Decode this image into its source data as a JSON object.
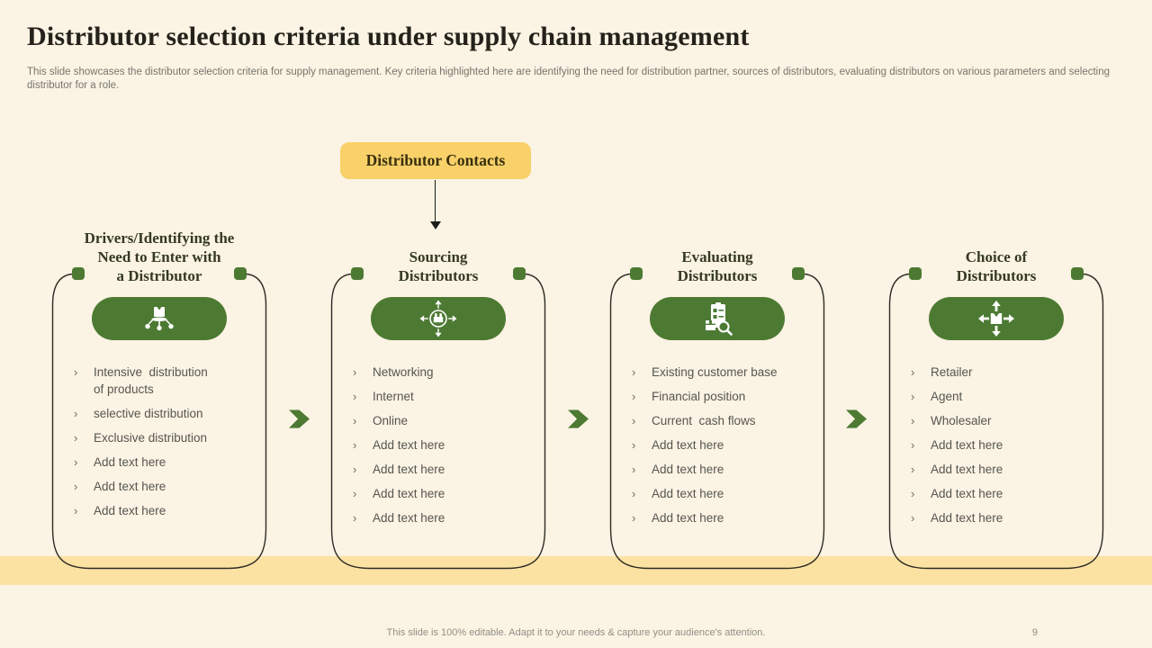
{
  "slide": {
    "title": "Distributor selection criteria under supply chain management",
    "subtitle": "This slide showcases the distributor selection criteria for supply management. Key criteria highlighted here are identifying the need for distribution partner, sources of distributors, evaluating distributors on various parameters and selecting distributor for a role.",
    "badge_label": "Distributor Contacts",
    "footer_note": "This slide is 100% editable. Adapt it to your needs & capture your audience's attention.",
    "page_number": "9"
  },
  "columns": [
    {
      "header": "Drivers/Identifying the\nNeed to Enter with\na Distributor",
      "icon": "distribution-network-icon",
      "items": [
        "Intensive  distribution\nof products",
        "selective distribution",
        "Exclusive distribution",
        "Add text here",
        "Add text here",
        "Add text here"
      ]
    },
    {
      "header": "Sourcing\nDistributors",
      "icon": "global-sourcing-icon",
      "items": [
        "Networking",
        "Internet",
        "Online",
        "Add text here",
        "Add text here",
        "Add text here",
        "Add text here"
      ]
    },
    {
      "header": "Evaluating\nDistributors",
      "icon": "evaluation-checklist-icon",
      "items": [
        "Existing customer base",
        "Financial position",
        "Current  cash flows",
        "Add text here",
        "Add text here",
        "Add text here",
        "Add text here"
      ]
    },
    {
      "header": "Choice of\nDistributors",
      "icon": "distribution-choice-icon",
      "items": [
        "Retailer",
        "Agent",
        "Wholesaler",
        "Add text here",
        "Add text here",
        "Add text here",
        "Add text here"
      ]
    }
  ],
  "colors": {
    "accent_green": "#4d7a33",
    "badge_yellow": "#f8d169",
    "strip_yellow": "#fce2a2",
    "background_cream": "#fbf3e3",
    "title_dark": "#24221a",
    "body_gray": "#565650"
  }
}
